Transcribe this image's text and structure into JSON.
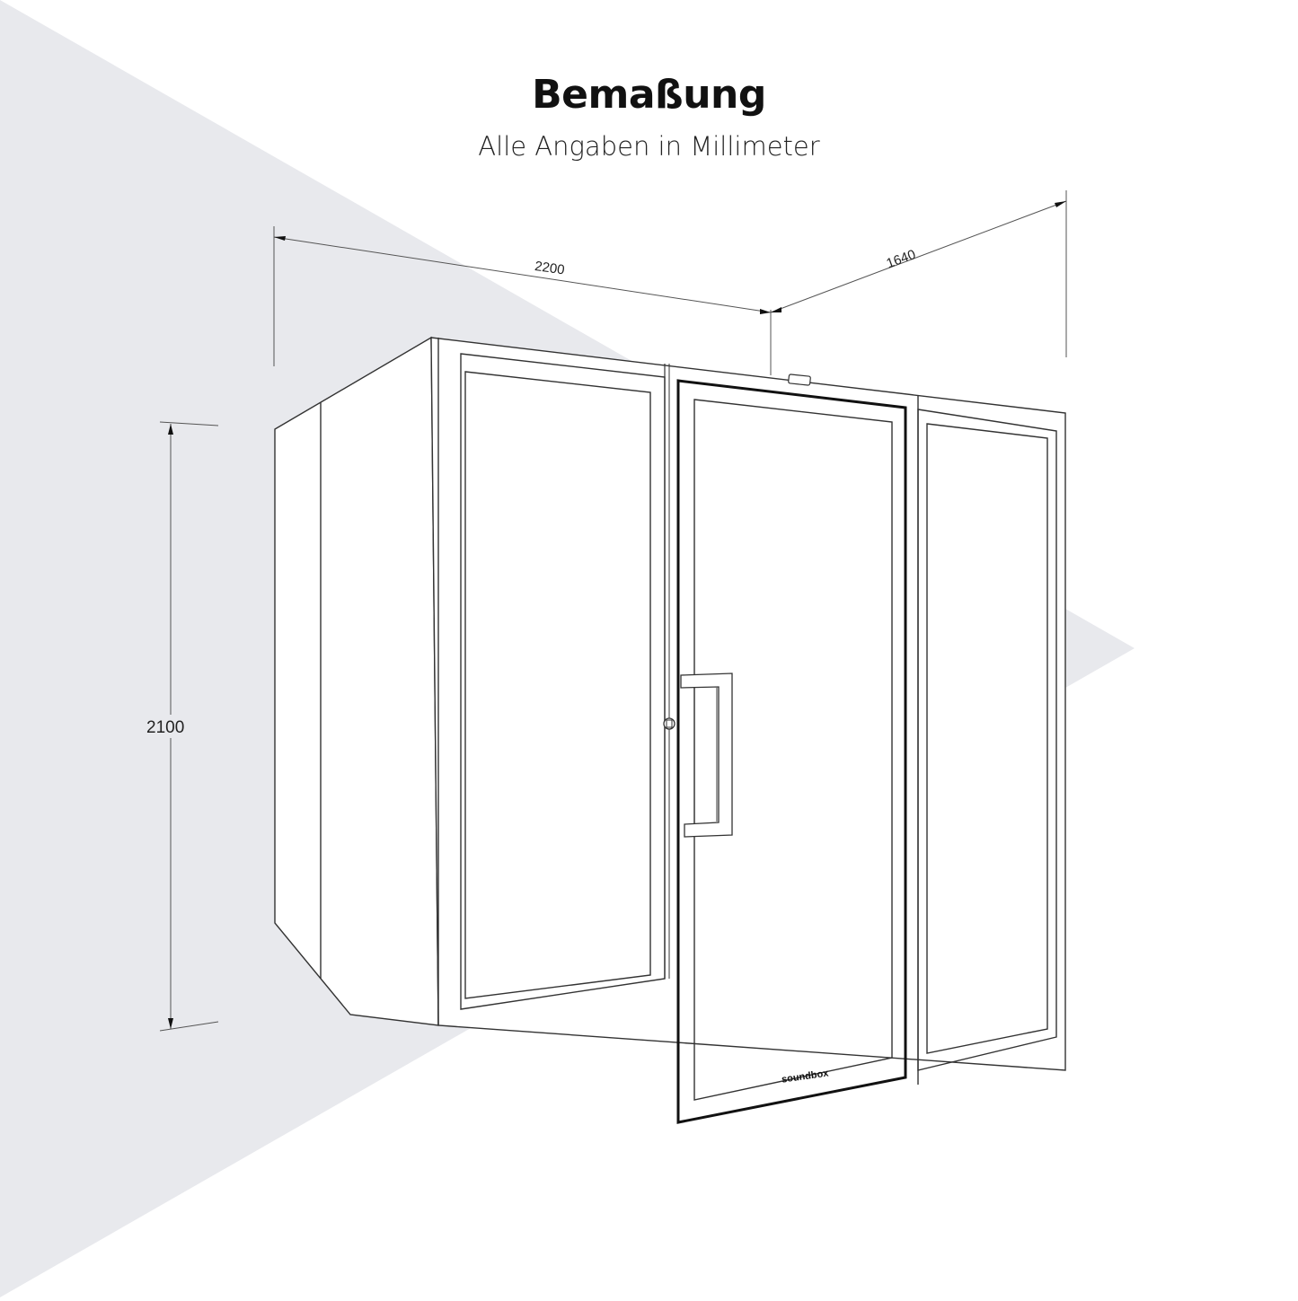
{
  "header": {
    "title": "Bemaßung",
    "subtitle": "Alle Angaben in Millimeter"
  },
  "dimensions": {
    "width": "2200",
    "depth": "1640",
    "height": "2100",
    "unit": "mm"
  },
  "product": {
    "logo_text": "soundbox"
  },
  "colors": {
    "background": "#ffffff",
    "wall_shade": "#e8e9ed",
    "line": "#333333"
  }
}
